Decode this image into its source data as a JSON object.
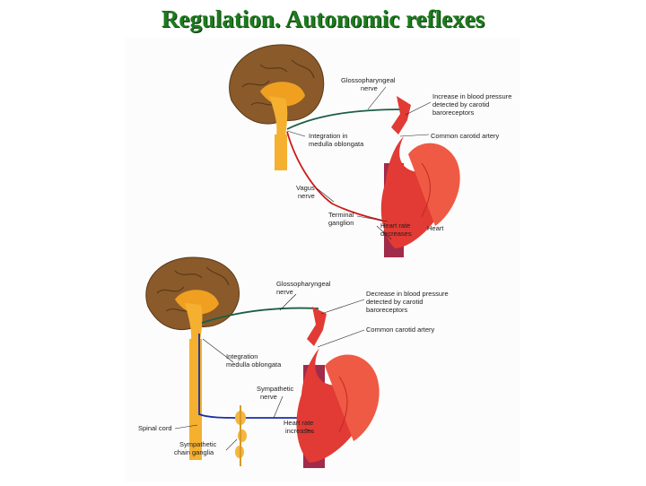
{
  "title": "Regulation. Autonomic reflexes",
  "panel_top": {
    "glossopharyngeal": [
      "Glossopharyngeal",
      "nerve"
    ],
    "bp_change": [
      "Increase in blood pressure",
      "detected by carotid",
      "baroreceptors"
    ],
    "carotid": "Common carotid artery",
    "integration": [
      "Integration in",
      "medulla oblongata"
    ],
    "vagus": [
      "Vagus",
      "nerve"
    ],
    "ganglion": [
      "Terminal",
      "ganglion"
    ],
    "heart_rate": [
      "Heart rate",
      "decreases"
    ],
    "heart": "Heart"
  },
  "panel_bottom": {
    "glossopharyngeal": [
      "Glossopharyngeal",
      "nerve"
    ],
    "bp_change": [
      "Decrease in blood pressure",
      "detected by carotid",
      "baroreceptors"
    ],
    "carotid": "Common carotid artery",
    "integration": [
      "Integration",
      "medulla oblongata"
    ],
    "sympathetic": [
      "Sympathetic",
      "nerve"
    ],
    "spinal": "Spinal cord",
    "heart_rate": [
      "Heart rate",
      "increases"
    ],
    "chain": [
      "Sympathetic",
      "chain ganglia"
    ]
  },
  "colors": {
    "title": "#1e7a1e",
    "sensory_nerve": "#1d5e44",
    "vagus_nerve": "#cc1c1c",
    "sympathetic_nerve": "#1a2fa8",
    "heart": "#e23a34",
    "brain": "#8a5a2b"
  }
}
